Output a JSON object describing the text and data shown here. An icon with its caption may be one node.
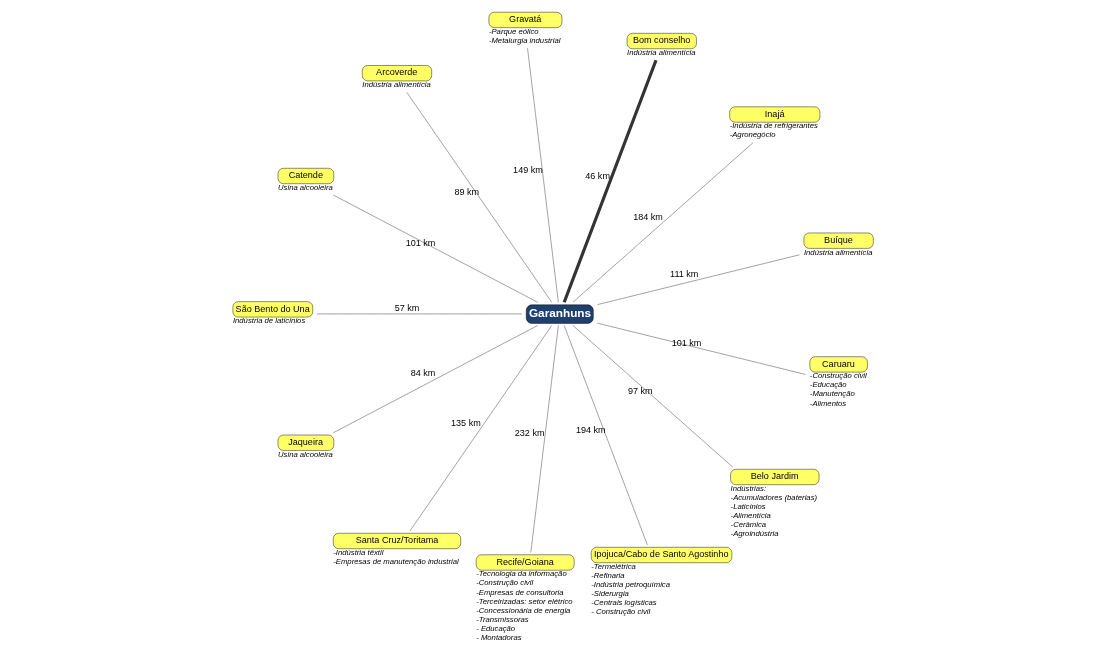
{
  "diagram": {
    "nodes": [
      {
        "text": [
          "Garanhuns"
        ]
      },
      {
        "text": [
          "Buíque"
        ],
        "beside": [
          "Indústria alimentícia"
        ]
      },
      {
        "text": [
          "Inajá"
        ],
        "beside": [
          "-Indústria de refrigerantes",
          "-Agronegócio"
        ]
      },
      {
        "text": [
          "Bom conselho"
        ],
        "beside": [
          "Indústria alimentícia"
        ]
      },
      {
        "text": [
          "Gravatá"
        ],
        "beside": [
          "-Parque eólico",
          "-Metalurgia industrial"
        ]
      },
      {
        "text": [
          "Arcoverde"
        ],
        "beside": [
          "Indústria alimentícia"
        ]
      },
      {
        "text": [
          "Catende"
        ],
        "beside": [
          "Usina alcooleira"
        ]
      },
      {
        "text": [
          "São Bento do Una"
        ],
        "beside": [
          "Indústria de laticínios"
        ]
      },
      {
        "text": [
          "Jaqueira"
        ],
        "beside": [
          "Usina alcooleira"
        ]
      },
      {
        "text": [
          "Santa Cruz/Toritama"
        ],
        "beside": [
          "-Indústria têxtil",
          "-Empresas de manutenção industrial"
        ]
      },
      {
        "text": [
          "Recife/Goiana"
        ],
        "beside": [
          "-Tecnologia da informação",
          "-Construção civil",
          "-Empresas de consultoria",
          "-Terceirizadas: setor elétrico",
          "-Concessionária de energia",
          "-Transmissoras",
          "- Educação",
          "- Montadoras"
        ]
      },
      {
        "text": [
          "Ipojuca/Cabo de Santo Agostinho"
        ],
        "beside": [
          "-Termelétrica",
          "-Refinaria",
          "-Indústria petroquímica",
          "-Siderurgia",
          "-Centrais logísticas",
          "- Construção civil"
        ]
      },
      {
        "text": [
          "Belo Jardim"
        ],
        "beside": [
          "Indústrias:",
          "-Acumuladores (baterias)",
          "-Laticínios",
          "-Alimentícia",
          "-Cerâmica",
          "-Agroindústria"
        ]
      },
      {
        "text": [
          "Caruaru"
        ],
        "beside": [
          "-Construção civil",
          "-Educação",
          "-Manutenção",
          "-Alimentos"
        ]
      }
    ],
    "edges": [
      {
        "from": 1,
        "to": 0,
        "arrow": "none",
        "label": "111 km"
      },
      {
        "from": 2,
        "to": 0,
        "arrow": "none",
        "label": "184 km"
      },
      {
        "from": 3,
        "to": 0,
        "arrow": "none",
        "label": "46 km",
        "style": "thick"
      },
      {
        "from": 4,
        "to": 0,
        "arrow": "none",
        "label": "149 km"
      },
      {
        "from": 5,
        "to": 0,
        "arrow": "none",
        "label": "89 km"
      },
      {
        "from": 6,
        "to": 0,
        "arrow": "none",
        "label": "101 km"
      },
      {
        "from": 7,
        "to": 0,
        "arrow": "none",
        "label": "57 km"
      },
      {
        "from": 8,
        "to": 0,
        "arrow": "none",
        "label": "84 km"
      },
      {
        "from": 9,
        "to": 0,
        "arrow": "none",
        "label": "135 km"
      },
      {
        "from": 10,
        "to": 0,
        "arrow": "none",
        "label": "232 km"
      },
      {
        "from": 11,
        "to": 0,
        "arrow": "none",
        "label": "194 km"
      },
      {
        "from": 12,
        "to": 0,
        "arrow": "none",
        "label": "97 km"
      },
      {
        "from": 13,
        "to": 0,
        "arrow": "none",
        "label": "101 km"
      }
    ]
  }
}
